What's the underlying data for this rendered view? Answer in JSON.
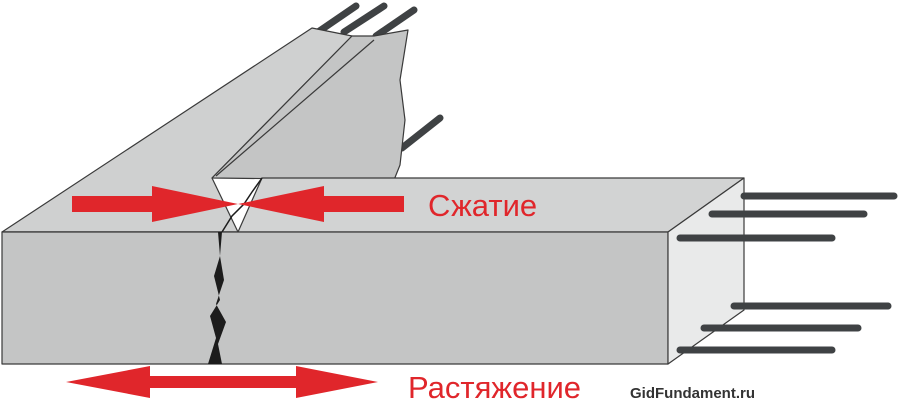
{
  "labels": {
    "compression": "Сжатие",
    "tension": "Растяжение",
    "site": "GidFundament.ru"
  },
  "colors": {
    "concrete": "#c8c9c9",
    "concrete_top": "#cfd0d0",
    "concrete_edge": "#3a3a3a",
    "rebar": "#3f4244",
    "arrow": "#e0262b",
    "text_red": "#e0262b",
    "text_site": "#333333"
  }
}
